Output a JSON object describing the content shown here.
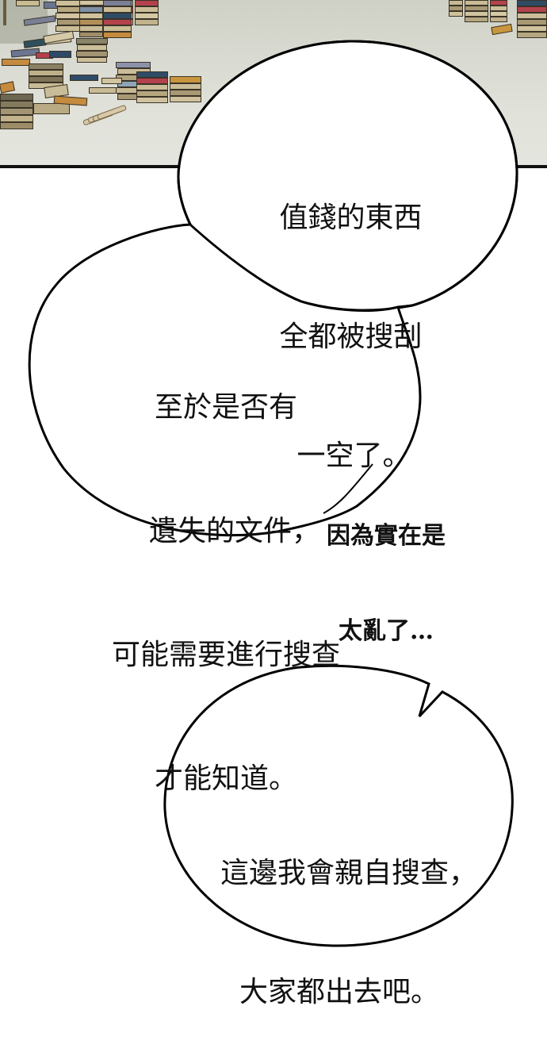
{
  "panel": {
    "scene": "floor-with-scattered-books",
    "floor_color": "#dcddd4",
    "border_color": "#111111"
  },
  "bubbles": [
    {
      "id": "bubble-top-right",
      "lines": [
        "值錢的東西",
        "全都被搜刮",
        "一空了。"
      ]
    },
    {
      "id": "bubble-middle-left",
      "lines": [
        "至於是否有",
        "遺失的文件，",
        "可能需要進行搜查",
        "才能知道。"
      ]
    },
    {
      "id": "bubble-bottom-right",
      "lines": [
        "這邊我會親自搜查，",
        "大家都出去吧。"
      ]
    }
  ],
  "caption": {
    "id": "floating-murmur",
    "lines": [
      "因為實在是",
      "太亂了…"
    ]
  },
  "colors": {
    "bubble_fill": "#ffffff",
    "bubble_stroke": "#000000",
    "text": "#111111",
    "page_background": "#ffffff"
  }
}
